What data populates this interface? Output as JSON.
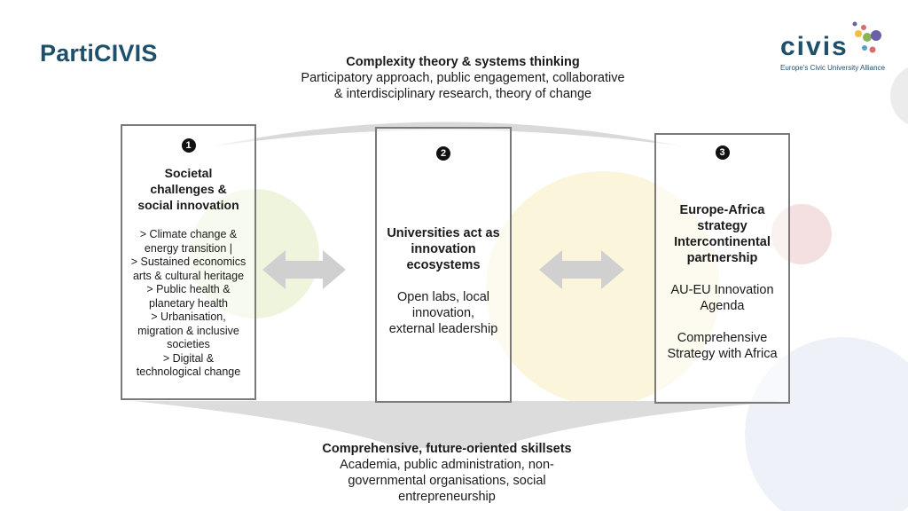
{
  "title": "PartiCIVIS",
  "logo": {
    "word": "civis",
    "subtitle": "Europe's Civic University Alliance"
  },
  "top": {
    "heading": "Complexity theory & systems thinking",
    "lines": [
      "Participatory approach, public engagement, collaborative",
      "& interdisciplinary research, theory of change"
    ]
  },
  "boxes": [
    {
      "num": "1",
      "title": [
        "Societal",
        "challenges &",
        "social innovation"
      ],
      "list": [
        "> Climate change &",
        "energy transition |",
        "> Sustained economics",
        "arts & cultural heritage",
        "> Public health &",
        "planetary health",
        "> Urbanisation,",
        "migration & inclusive",
        "societies",
        "> Digital &",
        "technological change"
      ]
    },
    {
      "num": "2",
      "title": [
        "Universities act as",
        "innovation",
        "ecosystems"
      ],
      "body": [
        "Open labs, local",
        "innovation,",
        "external leadership"
      ]
    },
    {
      "num": "3",
      "title": [
        "Europe-Africa",
        "strategy",
        "Intercontinental",
        "partnership"
      ],
      "body1": [
        "AU-EU Innovation",
        "Agenda"
      ],
      "body2": [
        "Comprehensive",
        "Strategy with Africa"
      ]
    }
  ],
  "bottom": {
    "heading": "Comprehensive, future-oriented skillsets",
    "lines": [
      "Academia, public administration, non-",
      "governmental organisations, social",
      "entrepreneurship"
    ]
  },
  "colors": {
    "title": "#1e4f6b",
    "logo_dots": [
      "#2b4a6e",
      "#6a5fa8",
      "#f0c040",
      "#d96c6c",
      "#5aa0c8",
      "#8ab45a"
    ],
    "bg_green": "#eef5dc",
    "bg_yellow": "#fbf5dc",
    "bg_pink": "#f4e0e0",
    "bg_gray": "#ececec",
    "bg_blue": "#eef2f8"
  }
}
